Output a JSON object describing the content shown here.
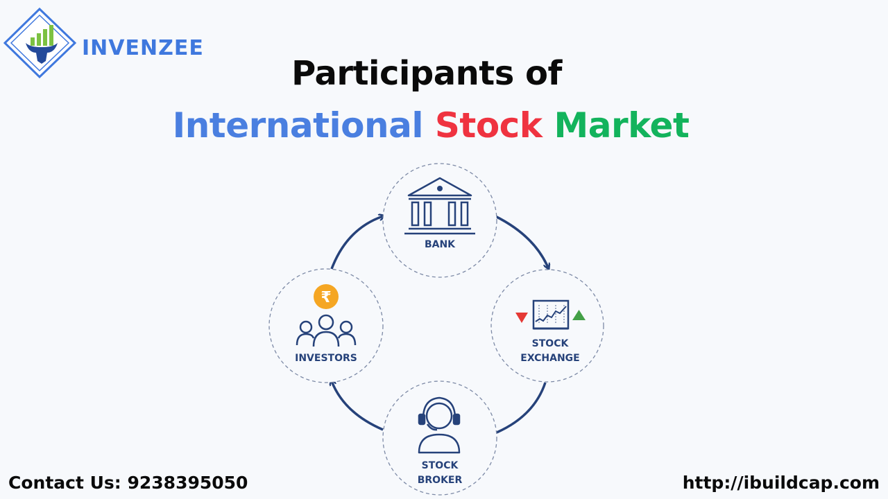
{
  "brand": {
    "name": "INVENZEE",
    "color": "#3f78de",
    "icon": "bull-chart-logo-icon"
  },
  "title": {
    "line1": "Participants of",
    "line2_words": [
      {
        "text": "International",
        "color": "#4a7fe0"
      },
      {
        "text": "Stock",
        "color": "#ef3340"
      },
      {
        "text": "Market",
        "color": "#13b35c"
      }
    ]
  },
  "diagram": {
    "nodes": [
      {
        "id": "bank",
        "lines": [
          "BANK"
        ],
        "icon": "bank-building-icon"
      },
      {
        "id": "exchange",
        "lines": [
          "STOCK",
          "EXCHANGE"
        ],
        "icon": "stock-chart-icon"
      },
      {
        "id": "broker",
        "lines": [
          "STOCK",
          "BROKER"
        ],
        "icon": "headset-person-icon"
      },
      {
        "id": "investors",
        "lines": [
          "INVESTORS"
        ],
        "icon": "people-rupee-icon"
      }
    ],
    "flow": "clockwise",
    "colors": {
      "accent": "#26427a",
      "rupee": "#f5a623",
      "down": "#e53935",
      "up": "#43a047"
    },
    "rupee_symbol": "₹"
  },
  "footer": {
    "contact": "Contact Us: 9238395050",
    "url": "http://ibuildcap.com"
  }
}
